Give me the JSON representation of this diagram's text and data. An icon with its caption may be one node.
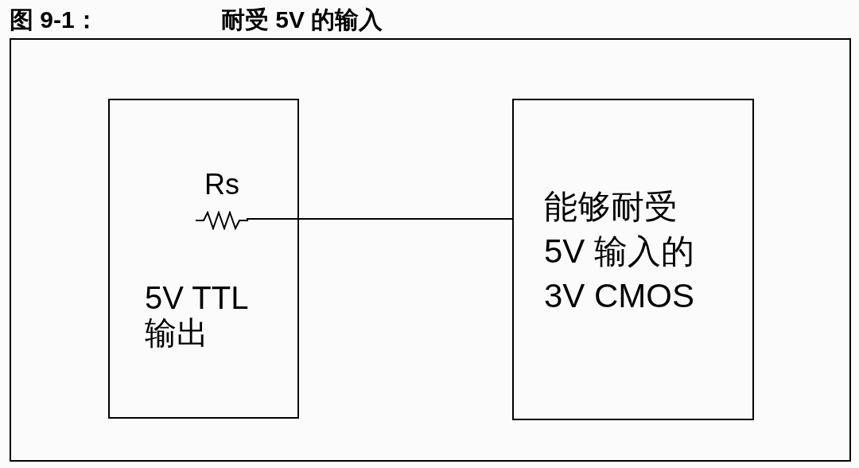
{
  "diagram": {
    "title": "耐受 5V 的输入",
    "nodes": [
      {
        "text": [
          "5V TTL 输出"
        ]
      },
      {
        "text": [
          "Rs"
        ],
        "in": 0
      },
      {
        "text": [
          "能够耐受5V 输入的3V CMOS"
        ]
      }
    ],
    "edges": [
      {
        "from": 1,
        "to": 2,
        "arrow": "none"
      }
    ],
    "labels": [
      "图 9-1："
    ]
  }
}
